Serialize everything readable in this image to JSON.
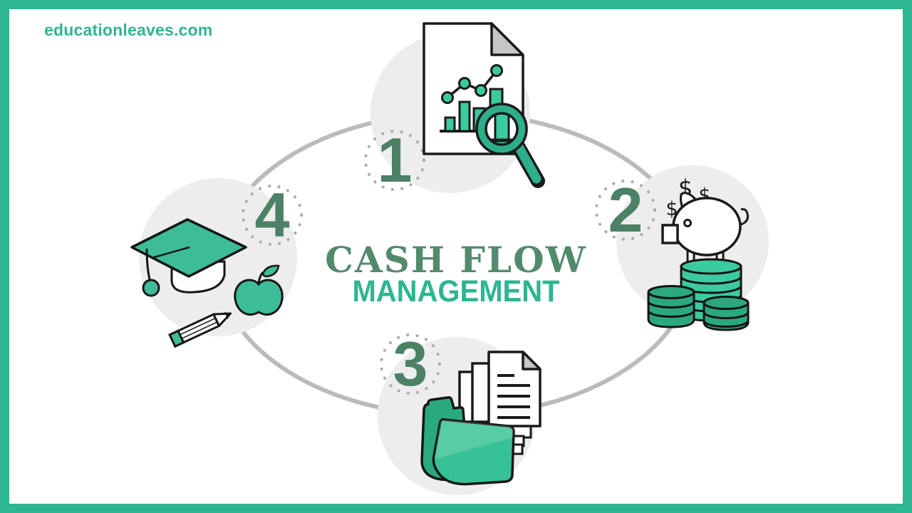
{
  "page": {
    "brand": "educationleaves.com",
    "title": "CASH FLOW",
    "subtitle": "MANAGEMENT"
  },
  "steps": [
    {
      "number": "1",
      "icon": "document-bar-chart-magnifier-icon"
    },
    {
      "number": "2",
      "icon": "piggy-bank-coins-icon"
    },
    {
      "number": "3",
      "icon": "folder-documents-icon"
    },
    {
      "number": "4",
      "icon": "graduation-cap-apple-pencil-icon"
    }
  ],
  "piggy_bank": {
    "dollar_symbols": [
      "$",
      "$",
      "$"
    ]
  },
  "colors": {
    "accent_teal": "#2eb592",
    "title_dark_green": "#538a6e",
    "number_dark_green": "#4c8166",
    "icon_teal_fill": "#3ccaa0",
    "coin_dark_teal": "#2ba87f",
    "magnifier_teal": "#2fae8c",
    "circle_gray": "#ededed",
    "cycle_line_gray": "#bbbbbb",
    "outline_black": "#1a1a1a",
    "fold_gray": "#c6c6c6"
  }
}
